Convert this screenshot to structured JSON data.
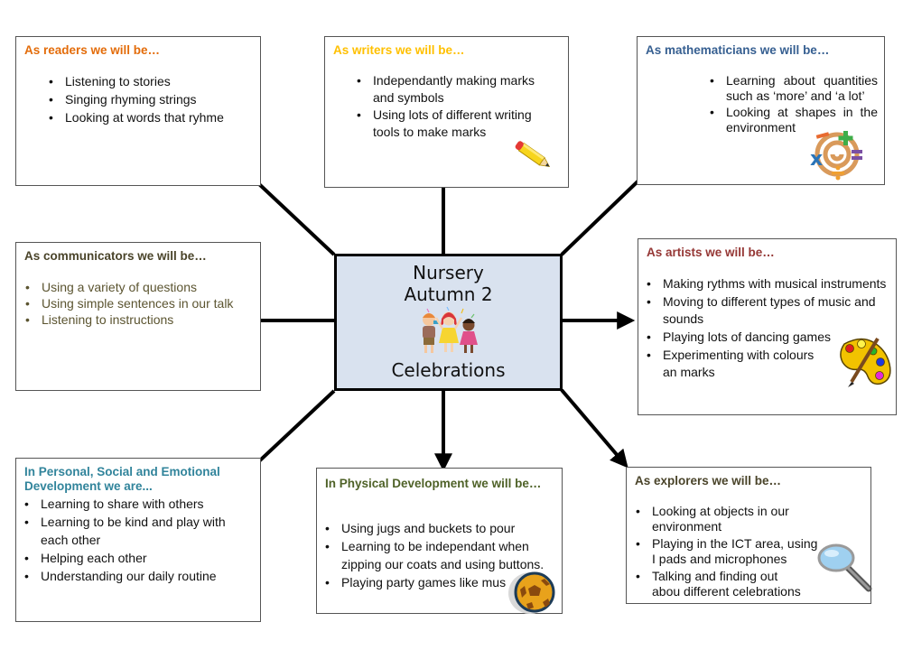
{
  "center": {
    "line1": "Nursery",
    "line2": "Autumn 2",
    "line3": "Celebrations",
    "image": "children-celebrating-illustration",
    "fill": "#d9e2ef"
  },
  "boxes": {
    "readers": {
      "heading": "As readers we will be…",
      "color": "#e36c0a",
      "items": [
        "Listening to stories",
        "Singing rhyming strings",
        "Looking at words that ryhme"
      ]
    },
    "writers": {
      "heading": "As writers we will be…",
      "color": "#ffc000",
      "items": [
        "Independantly making marks and symbols",
        "Using lots of different writing tools to make marks"
      ],
      "icon": "pencil-icon"
    },
    "mathematicians": {
      "heading": "As mathematicians we will be…",
      "color": "#365f91",
      "items": [
        "Learning about quantities such as ‘more’ and ‘a lot’",
        "Looking at shapes in the environment"
      ],
      "icon": "math-symbols-icon"
    },
    "communicators": {
      "heading": "As communicators we will be…",
      "color": "#4a442a",
      "items": [
        "Using a variety of questions",
        "Using simple sentences in our talk",
        "Listening to instructions"
      ]
    },
    "artists": {
      "heading": "As artists we will be…",
      "color": "#953735",
      "items": [
        "Making rythms with musical instruments",
        "Moving to different types of music and sounds",
        "Playing lots of dancing games",
        "Experimenting with colours an marks"
      ],
      "icon": "paint-palette-icon"
    },
    "psed": {
      "heading": "In Personal, Social and Emotional Development we are...",
      "color": "#31849b",
      "items": [
        "Learning to share with others",
        "Learning to be kind and play with each other",
        "Helping each other",
        "Understanding our daily routine"
      ]
    },
    "physical": {
      "heading": "In Physical Development we will be…",
      "color": "#4f6228",
      "items": [
        "Using jugs and buckets to pour",
        "Learning to be independant when zipping our coats and using buttons.",
        "Playing party games like mus"
      ],
      "icon": "football-icon"
    },
    "explorers": {
      "heading": "As explorers we will be…",
      "color": "#4a442a",
      "items": [
        "Looking at objects in our environment",
        "Playing in the ICT area, using I pads and microphones",
        "Talking and finding out abou different celebrations"
      ],
      "icon": "magnifying-glass-icon"
    }
  }
}
